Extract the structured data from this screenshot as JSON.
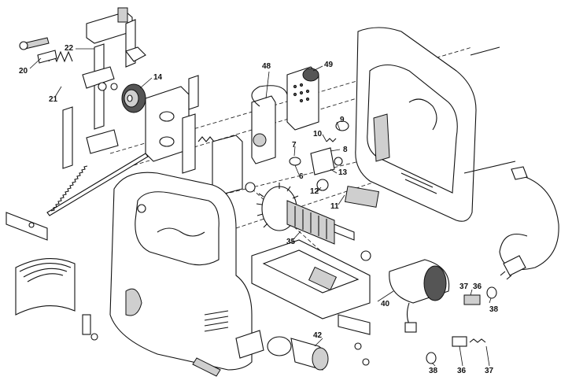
{
  "labels": {
    "l20": "20",
    "l21": "21",
    "l22": "22",
    "l14": "14",
    "l48": "48",
    "l49": "49",
    "l9": "9",
    "l10": "10",
    "l8": "8",
    "l7": "7",
    "l6": "6",
    "l13": "13",
    "l12": "12",
    "l11": "11",
    "l35": "35",
    "l40": "40",
    "l42": "42",
    "l37a": "37",
    "l36a": "36",
    "l38a": "38",
    "l38b": "38",
    "l36b": "36",
    "l37b": "37"
  }
}
